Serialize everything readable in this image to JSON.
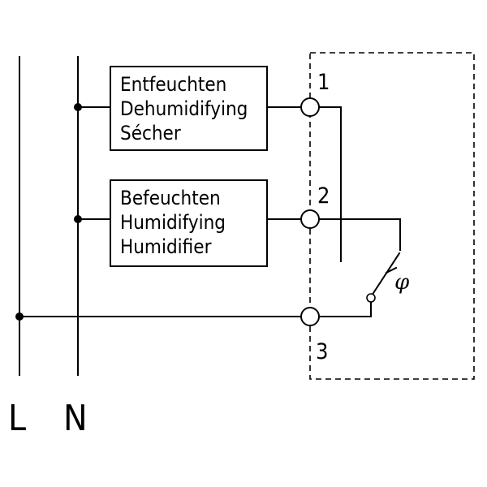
{
  "rails": {
    "left_label": "L",
    "right_label": "N"
  },
  "boxes": {
    "dehumidify": {
      "line1": "Entfeuchten",
      "line2": "Dehumidifying",
      "line3": "Sécher"
    },
    "humidify": {
      "line1": "Befeuchten",
      "line2": "Humidifying",
      "line3": "Humidifier"
    }
  },
  "terminals": {
    "t1": "1",
    "t2": "2",
    "t3": "3"
  },
  "switch": {
    "symbol": "φ"
  }
}
